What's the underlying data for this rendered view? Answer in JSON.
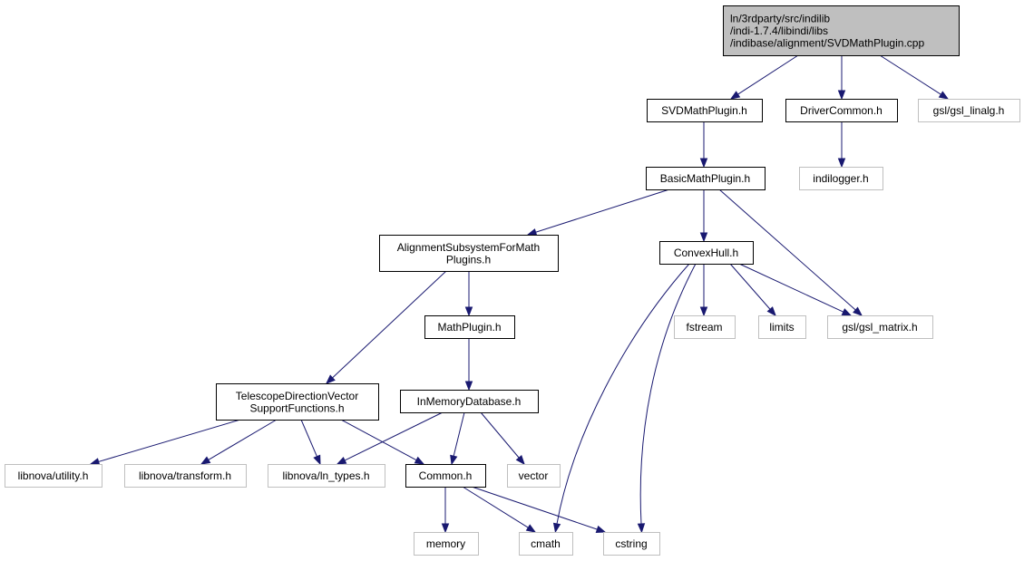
{
  "graph": {
    "colors": {
      "root_fill": "#bfbfbf",
      "node_border": "#000000",
      "external_border": "#bfbfbf",
      "edge": "#191970",
      "background": "#ffffff"
    },
    "nodes": [
      {
        "id": "root",
        "kind": "root",
        "lines": [
          "ln/3rdparty/src/indilib",
          "/indi-1.7.4/libindi/libs",
          "/indibase/alignment/SVDMathPlugin.cpp"
        ]
      },
      {
        "id": "svdmathplugin_h",
        "kind": "file",
        "lines": [
          "SVDMathPlugin.h"
        ]
      },
      {
        "id": "drivercommon_h",
        "kind": "file",
        "lines": [
          "DriverCommon.h"
        ]
      },
      {
        "id": "gsl_linalg_h",
        "kind": "external",
        "lines": [
          "gsl/gsl_linalg.h"
        ]
      },
      {
        "id": "basicmathplugin_h",
        "kind": "file",
        "lines": [
          "BasicMathPlugin.h"
        ]
      },
      {
        "id": "indilogger_h",
        "kind": "external",
        "lines": [
          "indilogger.h"
        ]
      },
      {
        "id": "alignmentsubsystem_h",
        "kind": "file",
        "lines": [
          "AlignmentSubsystemForMath",
          "Plugins.h"
        ]
      },
      {
        "id": "convexhull_h",
        "kind": "file",
        "lines": [
          "ConvexHull.h"
        ]
      },
      {
        "id": "mathplugin_h",
        "kind": "file",
        "lines": [
          "MathPlugin.h"
        ]
      },
      {
        "id": "fstream",
        "kind": "external",
        "lines": [
          "fstream"
        ]
      },
      {
        "id": "limits",
        "kind": "external",
        "lines": [
          "limits"
        ]
      },
      {
        "id": "gsl_matrix_h",
        "kind": "external",
        "lines": [
          "gsl/gsl_matrix.h"
        ]
      },
      {
        "id": "telescopedirection_h",
        "kind": "file",
        "lines": [
          "TelescopeDirectionVector",
          "SupportFunctions.h"
        ]
      },
      {
        "id": "inmemorydatabase_h",
        "kind": "file",
        "lines": [
          "InMemoryDatabase.h"
        ]
      },
      {
        "id": "libnova_utility_h",
        "kind": "external",
        "lines": [
          "libnova/utility.h"
        ]
      },
      {
        "id": "libnova_transform_h",
        "kind": "external",
        "lines": [
          "libnova/transform.h"
        ]
      },
      {
        "id": "libnova_ln_types_h",
        "kind": "external",
        "lines": [
          "libnova/ln_types.h"
        ]
      },
      {
        "id": "common_h",
        "kind": "file",
        "lines": [
          "Common.h"
        ]
      },
      {
        "id": "vector",
        "kind": "external",
        "lines": [
          "vector"
        ]
      },
      {
        "id": "memory",
        "kind": "external",
        "lines": [
          "memory"
        ]
      },
      {
        "id": "cmath",
        "kind": "external",
        "lines": [
          "cmath"
        ]
      },
      {
        "id": "cstring",
        "kind": "external",
        "lines": [
          "cstring"
        ]
      }
    ],
    "edges": [
      {
        "from": "root",
        "to": "svdmathplugin_h"
      },
      {
        "from": "root",
        "to": "drivercommon_h"
      },
      {
        "from": "root",
        "to": "gsl_linalg_h"
      },
      {
        "from": "svdmathplugin_h",
        "to": "basicmathplugin_h"
      },
      {
        "from": "drivercommon_h",
        "to": "indilogger_h"
      },
      {
        "from": "basicmathplugin_h",
        "to": "alignmentsubsystem_h"
      },
      {
        "from": "basicmathplugin_h",
        "to": "convexhull_h"
      },
      {
        "from": "basicmathplugin_h",
        "to": "gsl_matrix_h"
      },
      {
        "from": "alignmentsubsystem_h",
        "to": "mathplugin_h"
      },
      {
        "from": "alignmentsubsystem_h",
        "to": "telescopedirection_h"
      },
      {
        "from": "convexhull_h",
        "to": "fstream"
      },
      {
        "from": "convexhull_h",
        "to": "limits"
      },
      {
        "from": "convexhull_h",
        "to": "gsl_matrix_h"
      },
      {
        "from": "convexhull_h",
        "to": "cmath"
      },
      {
        "from": "convexhull_h",
        "to": "cstring"
      },
      {
        "from": "mathplugin_h",
        "to": "inmemorydatabase_h"
      },
      {
        "from": "telescopedirection_h",
        "to": "libnova_utility_h"
      },
      {
        "from": "telescopedirection_h",
        "to": "libnova_transform_h"
      },
      {
        "from": "telescopedirection_h",
        "to": "libnova_ln_types_h"
      },
      {
        "from": "telescopedirection_h",
        "to": "common_h"
      },
      {
        "from": "inmemorydatabase_h",
        "to": "libnova_ln_types_h"
      },
      {
        "from": "inmemorydatabase_h",
        "to": "common_h"
      },
      {
        "from": "inmemorydatabase_h",
        "to": "vector"
      },
      {
        "from": "common_h",
        "to": "memory"
      },
      {
        "from": "common_h",
        "to": "cmath"
      },
      {
        "from": "common_h",
        "to": "cstring"
      }
    ]
  }
}
